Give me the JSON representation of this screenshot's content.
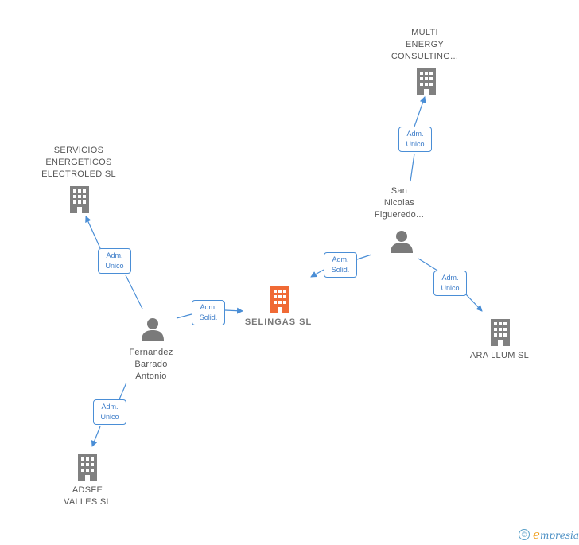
{
  "colors": {
    "edge": "#4a8ed6",
    "building": "#808080",
    "center_building": "#f06a35",
    "person": "#7a7a7a"
  },
  "nodes": {
    "center": {
      "lines": [
        "SELINGAS  SL"
      ],
      "icon": "building-icon"
    },
    "multi_energy": {
      "lines": [
        "MULTI",
        "ENERGY",
        "CONSULTING..."
      ],
      "icon": "building-icon"
    },
    "servicios": {
      "lines": [
        "SERVICIOS",
        "ENERGETICOS",
        "ELECTROLED SL"
      ],
      "icon": "building-icon"
    },
    "ara_llum": {
      "lines": [
        "ARA LLUM  SL"
      ],
      "icon": "building-icon"
    },
    "adsfe": {
      "lines": [
        "ADSFE",
        "VALLES SL"
      ],
      "icon": "building-icon"
    },
    "san_nicolas": {
      "lines": [
        "San",
        "Nicolas",
        "Figueredo..."
      ],
      "icon": "person-icon"
    },
    "fernandez": {
      "lines": [
        "Fernandez",
        "Barrado",
        "Antonio"
      ],
      "icon": "person-icon"
    }
  },
  "edges": {
    "san_to_multi": [
      "Adm.",
      "Unico"
    ],
    "san_to_center": [
      "Adm.",
      "Solid."
    ],
    "san_to_ara": [
      "Adm.",
      "Unico"
    ],
    "fer_to_serv": [
      "Adm.",
      "Unico"
    ],
    "fer_to_center": [
      "Adm.",
      "Solid."
    ],
    "fer_to_adsfe": [
      "Adm.",
      "Unico"
    ]
  },
  "footer": {
    "copyright": "©",
    "brand_initial": "e",
    "brand_rest": "mpresia"
  }
}
